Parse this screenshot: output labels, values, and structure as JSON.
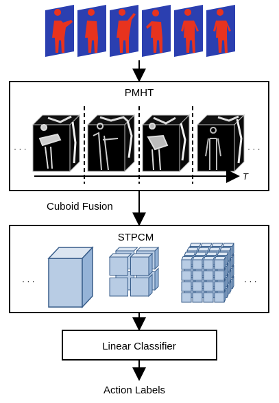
{
  "pmht": {
    "title": "PMHT",
    "axis_label": "T",
    "ellipsis_left": "· · ·",
    "ellipsis_right": "· · ·"
  },
  "fusion": {
    "label": "Cuboid Fusion"
  },
  "stpcm": {
    "title": "STPCM",
    "ellipsis_left": "· · ·",
    "ellipsis_right": "· · ·"
  },
  "classifier": {
    "label": "Linear Classifier"
  },
  "output": {
    "label": "Action Labels"
  },
  "input_frames": {
    "count": 6
  },
  "colors": {
    "frame_bg": "#2b3fb0",
    "silhouette": "#e8331e",
    "cube_face": "#b8cce4",
    "cube_edge": "#385d8a",
    "cube_top": "#dbe5f1",
    "cube_side": "#95b3d7"
  }
}
